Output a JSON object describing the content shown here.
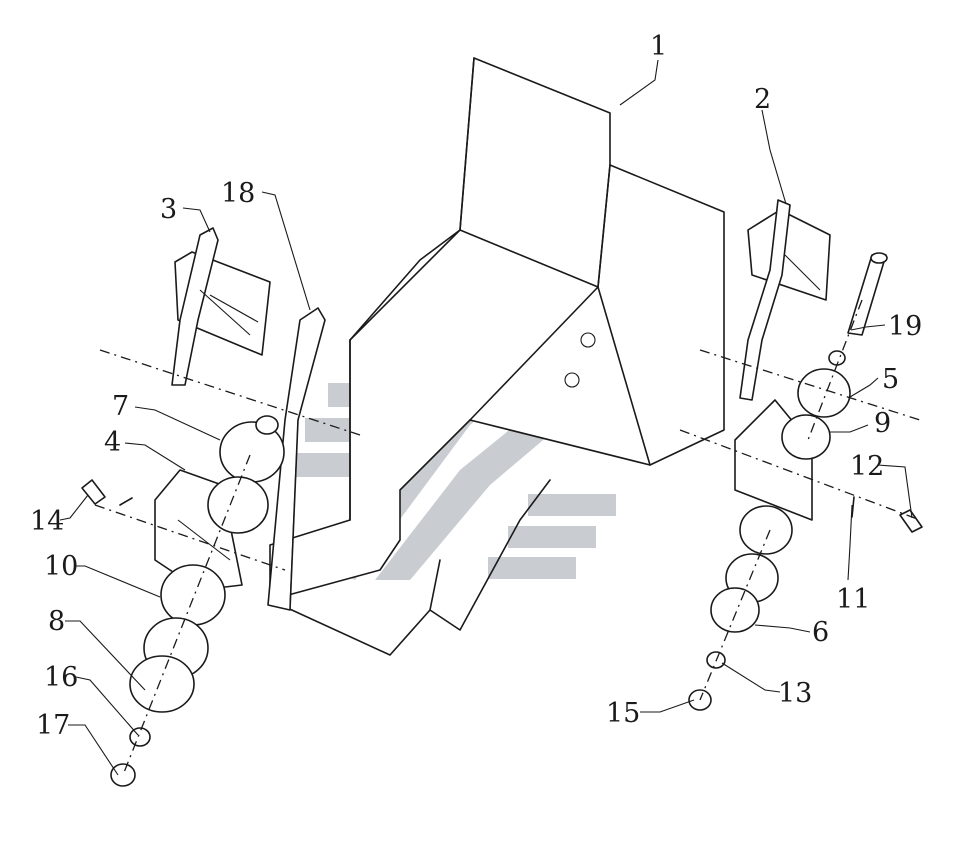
{
  "diagram": {
    "type": "exploded-parts-view",
    "callouts": {
      "c1": "1",
      "c2": "2",
      "c3": "3",
      "c4": "4",
      "c5": "5",
      "c6": "6",
      "c7": "7",
      "c8": "8",
      "c9": "9",
      "c10": "10",
      "c11": "11",
      "c12": "12",
      "c13": "13",
      "c14": "14",
      "c15": "15",
      "c16": "16",
      "c17": "17",
      "c18": "18",
      "c19": "19"
    },
    "colors": {
      "line": "#1a1a1a",
      "watermark": "#c9cdd1",
      "background": "#ffffff"
    }
  }
}
